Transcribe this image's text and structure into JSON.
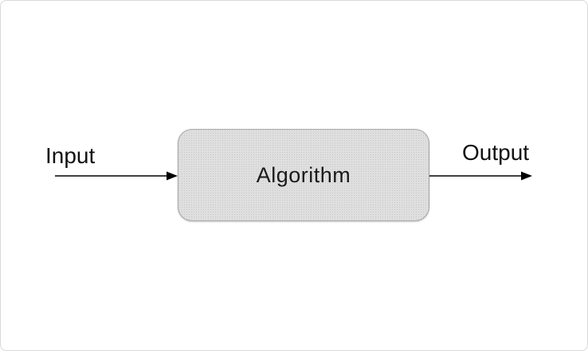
{
  "diagram": {
    "title": "input-algorithm-output flow diagram",
    "nodes": {
      "process": {
        "label": "Algorithm",
        "shape": "rounded-rectangle"
      }
    },
    "labels": {
      "input": "Input",
      "output": "Output"
    },
    "edges": [
      {
        "from": "input-label",
        "to": "algorithm-box",
        "direction": "right"
      },
      {
        "from": "algorithm-box",
        "to": "output-label",
        "direction": "right"
      }
    ],
    "colors": {
      "box_fill": "#dfdfdf",
      "box_border": "#a6a6a6",
      "arrow": "#000000",
      "text": "#1a1a1a",
      "canvas_background": "#ffffff",
      "canvas_border": "#d9d9d9"
    }
  }
}
